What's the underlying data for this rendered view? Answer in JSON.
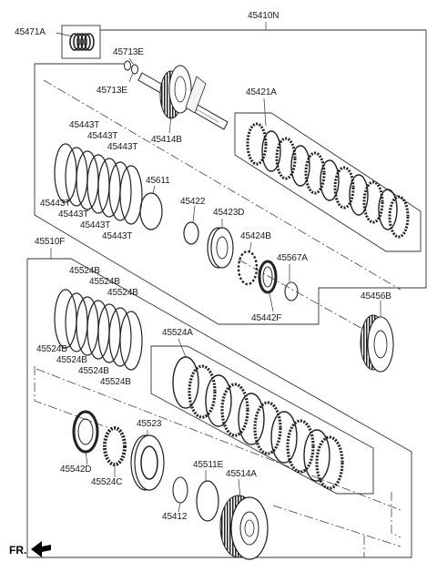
{
  "direction_marker": {
    "text": "FR.",
    "icon": "arrow-icon"
  },
  "callouts": {
    "c45471A": "45471A",
    "c45410N": "45410N",
    "c45713E_top": "45713E",
    "c45713E_bottom": "45713E",
    "c45414B": "45414B",
    "c45421A": "45421A",
    "c45443T_1": "45443T",
    "c45443T_2": "45443T",
    "c45443T_3": "45443T",
    "c45443T_4": "45443T",
    "c45443T_5": "45443T",
    "c45443T_6": "45443T",
    "c45443T_7": "45443T",
    "c45611": "45611",
    "c45422": "45422",
    "c45423D": "45423D",
    "c45424B": "45424B",
    "c45567A": "45567A",
    "c45442F": "45442F",
    "c45456B": "45456B",
    "c45510F": "45510F",
    "c45524B_1": "45524B",
    "c45524B_2": "45524B",
    "c45524B_3": "45524B",
    "c45524B_4": "45524B",
    "c45524B_5": "45524B",
    "c45524B_6": "45524B",
    "c45524B_7": "45524B",
    "c45524A": "45524A",
    "c45542D": "45542D",
    "c45523": "45523",
    "c45524C": "45524C",
    "c45511E": "45511E",
    "c45514A": "45514A",
    "c45412": "45412"
  }
}
